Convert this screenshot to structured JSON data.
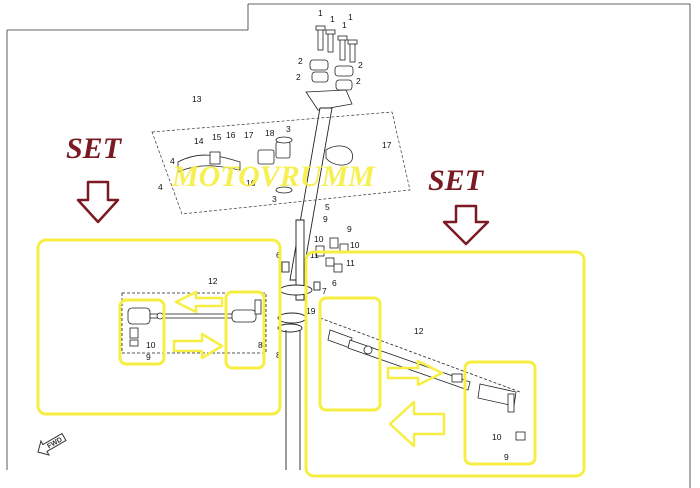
{
  "watermark": "MOTOVRUMM",
  "set_labels": {
    "left": "SET",
    "right": "SET"
  },
  "direction_marker": "FWD",
  "callouts": {
    "c1a": "1",
    "c1b": "1",
    "c1c": "1",
    "c1d": "1",
    "c2a": "2",
    "c2b": "2",
    "c2c": "2",
    "c2d": "2",
    "c3a": "3",
    "c3b": "3",
    "c4a": "4",
    "c4b": "4",
    "c5": "5",
    "c6a": "6",
    "c6b": "6",
    "c7": "7",
    "c8a": "8",
    "c8b": "8",
    "c9a": "9",
    "c9b": "9",
    "c9c": "9",
    "c10a": "10",
    "c10b": "10",
    "c10c": "10",
    "c11a": "11",
    "c11b": "11",
    "c12a": "12",
    "c12b": "12",
    "c13": "13",
    "c14": "14",
    "c15": "15",
    "c16a": "16",
    "c16b": "16",
    "c17a": "17",
    "c17b": "17",
    "c18": "18",
    "c19": "19"
  },
  "colors": {
    "highlight": "#f6ef42",
    "set_text": "#7a1a22",
    "line": "#222222"
  }
}
